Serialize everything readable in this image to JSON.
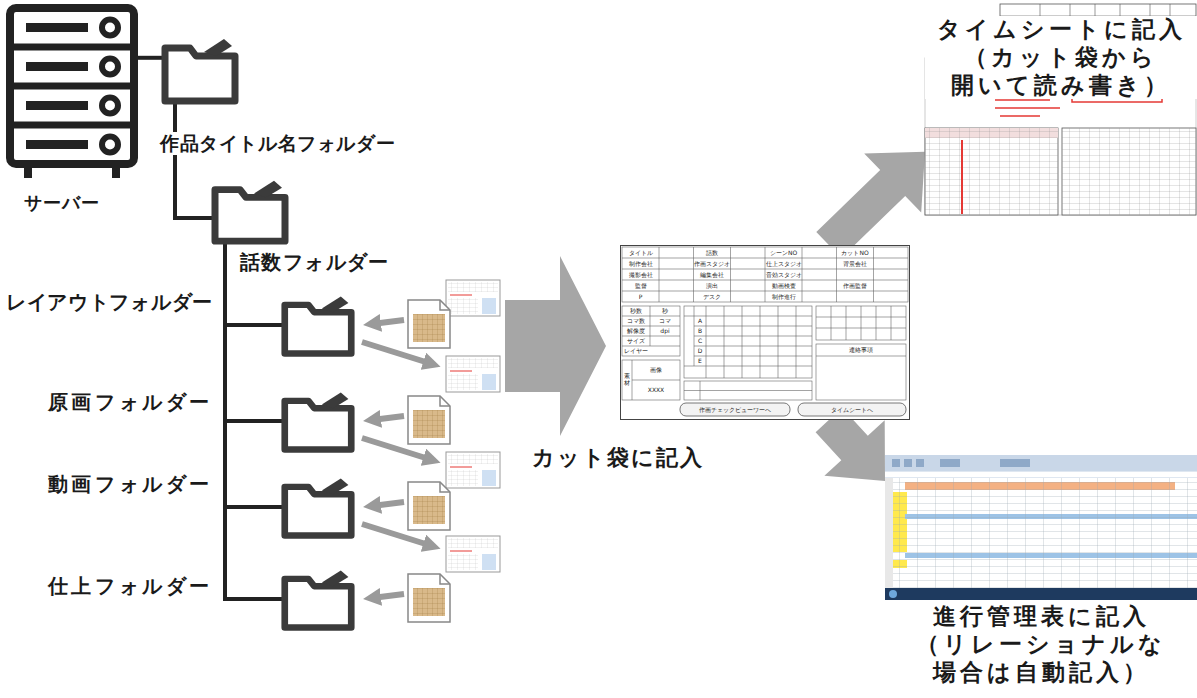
{
  "diagram": {
    "nodes": [
      {
        "text": [
          "サーバー"
        ]
      },
      {
        "text": [
          "作品タイトル名フォルダー"
        ]
      },
      {
        "text": [
          "話数フォルダー"
        ]
      },
      {
        "text": [
          "レイアウトフォルダー"
        ]
      },
      {
        "text": [
          "原画フォルダー"
        ]
      },
      {
        "text": [
          "動画フォルダー"
        ]
      },
      {
        "text": [
          "仕上フォルダー"
        ]
      },
      {
        "text": [
          "カット袋に記入"
        ]
      },
      {
        "text": [
          "タイムシートに記入",
          "（カット袋から 開いて読み書き）"
        ]
      },
      {
        "text": [
          "進行管理表に記入",
          "（リレーショナルな 場合は自動記入）"
        ]
      }
    ],
    "edges": [
      {
        "from": 0,
        "to": 1,
        "arrow": "none"
      },
      {
        "from": 1,
        "to": 2,
        "arrow": "none"
      },
      {
        "from": 2,
        "to": 3,
        "arrow": "none"
      },
      {
        "from": 2,
        "to": 4,
        "arrow": "none"
      },
      {
        "from": 2,
        "to": 5,
        "arrow": "none"
      },
      {
        "from": 2,
        "to": 6,
        "arrow": "none"
      },
      {
        "from": 7,
        "to": 8,
        "arrow": "to"
      },
      {
        "from": 7,
        "to": 9,
        "arrow": "to"
      }
    ],
    "labels": [
      "タイトル",
      "話数",
      "シーンNO",
      "カットNO",
      "制作会社",
      "作画スタジオ",
      "仕上スタジオ",
      "背景会社",
      "撮影会社",
      "編集会社",
      "音効スタジオ",
      "監督",
      "演出",
      "動画検査",
      "作画監督",
      "P",
      "デスク",
      "制作進行",
      "秒数",
      "秒",
      "コマ数",
      "コマ",
      "解像度",
      "dpi",
      "サイズ",
      "レイヤー",
      "素材",
      "画像",
      "XXXX",
      "A",
      "B",
      "C",
      "D",
      "E",
      "連絡事項",
      "作画チェックビューワーへ",
      "タイムシートへ"
    ]
  }
}
